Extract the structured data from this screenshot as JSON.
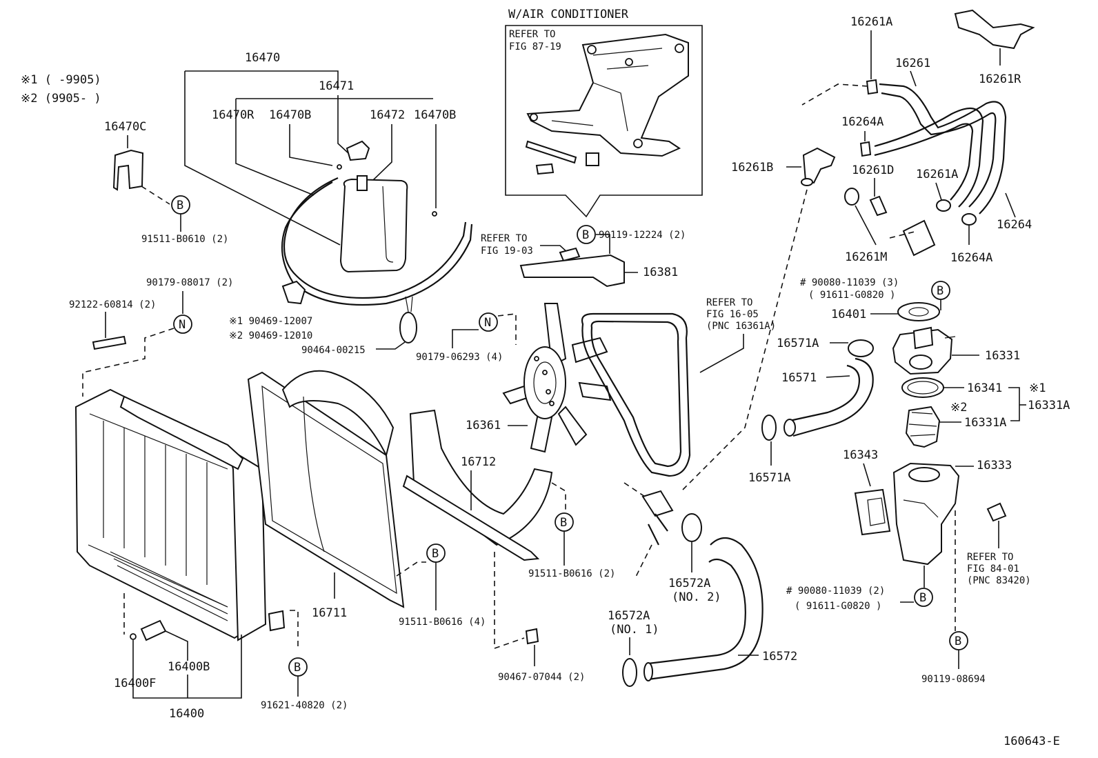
{
  "diagram_id": "160643-E",
  "legend": {
    "note1": "※1 (     -9905)",
    "note2": "※2 (9905-     )"
  },
  "inset": {
    "title": "W/AIR CONDITIONER",
    "refer1": "REFER TO",
    "refer2": "FIG 87-19"
  },
  "markers": {
    "b": "B",
    "n": "N"
  },
  "labels": {
    "p16470": "16470",
    "p16471": "16471",
    "p16470r": "16470R",
    "p16470b_1": "16470B",
    "p16472": "16472",
    "p16470b_2": "16470B",
    "p16470c": "16470C",
    "p91511_b0610": "91511-B0610 (2)",
    "p90179_08017": "90179-08017 (2)",
    "p92122_60814": "92122-60814 (2)",
    "p90469_12007": "※1  90469-12007",
    "p90469_12010": "※2  90469-12010",
    "p90464_00215": "90464-00215",
    "p90179_06293": "90179-06293 (4)",
    "refer1903_1": "REFER TO",
    "refer1903_2": "FIG 19-03",
    "p90119_12224": "90119-12224 (2)",
    "p16381": "16381",
    "refer1605_1": "REFER TO",
    "refer1605_2": "FIG 16-05",
    "refer1605_3": "(PNC 16361A)",
    "p16361": "16361",
    "p16712": "16712",
    "p16711": "16711",
    "p91511_b0616_2": "91511-B0616 (2)",
    "p91511_b0616_4": "91511-B0616 (4)",
    "p90467_07044": "90467-07044 (2)",
    "p91621_40820": "91621-40820 (2)",
    "p16400b": "16400B",
    "p16400f": "16400F",
    "p16400": "16400",
    "p16572a_no2_a": "16572A",
    "p16572a_no2_b": "(NO. 2)",
    "p16572a_no1_a": "16572A",
    "p16572a_no1_b": "(NO. 1)",
    "p16572": "16572",
    "p16261a_top": "16261A",
    "p16261": "16261",
    "p16261r": "16261R",
    "p16264a_top": "16264A",
    "p16261b": "16261B",
    "p16261d": "16261D",
    "p16261a_mid": "16261A",
    "p16264": "16264",
    "p16261m": "16261M",
    "p16264a_bot": "16264A",
    "p90080_11039_3": "# 90080-11039 (3)",
    "p91611_g0820_a": "( 91611-G0820 )",
    "p16401": "16401",
    "p16331": "16331",
    "p16571a_top": "16571A",
    "p16571": "16571",
    "p16341": "16341",
    "mark1": "※1",
    "p16331a_1": "16331A",
    "mark2": "※2",
    "p16331a_2": "16331A",
    "p16343": "16343",
    "p16333": "16333",
    "p16571a_bot": "16571A",
    "refer8401_1": "REFER TO",
    "refer8401_2": "FIG 84-01",
    "refer8401_3": "(PNC 83420)",
    "p90080_11039_2": "# 90080-11039 (2)",
    "p91611_g0820_b": "( 91611-G0820 )",
    "p90119_08694": "90119-08694"
  }
}
